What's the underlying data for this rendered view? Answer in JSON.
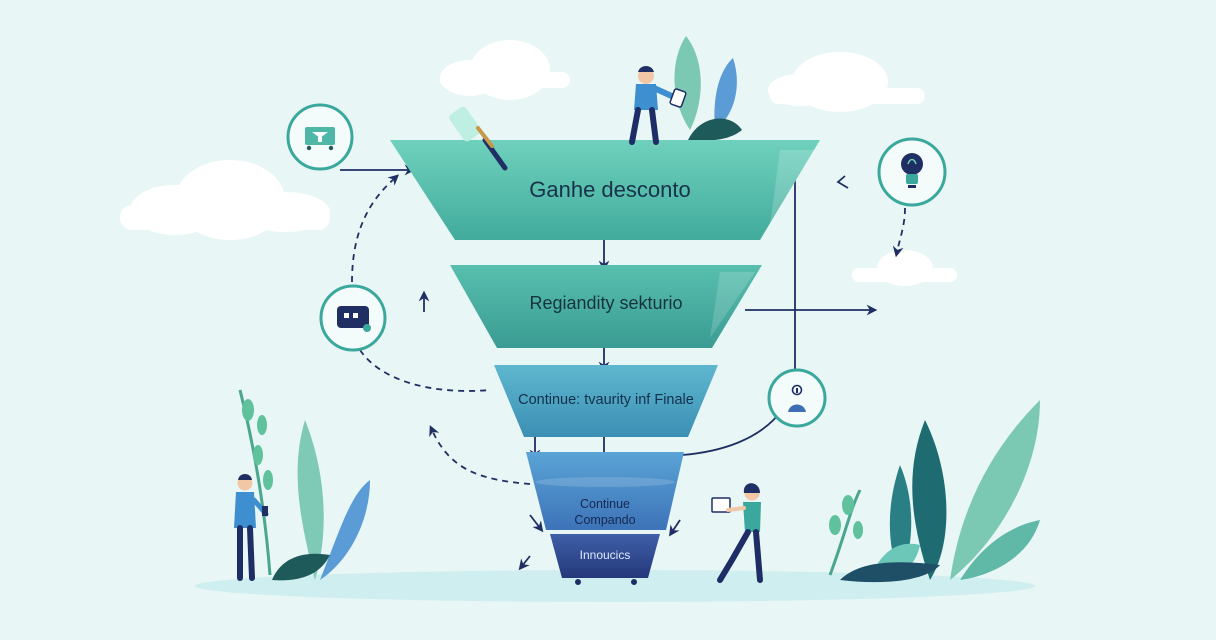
{
  "funnel": {
    "stages": [
      {
        "label": "Ganhe desconto"
      },
      {
        "label": "Regiandity sekturio"
      },
      {
        "label": "Continue: tvaurity inf Finale"
      },
      {
        "label_line1": "Continue",
        "label_line2": "Compando"
      },
      {
        "label": "Innoucics"
      }
    ]
  },
  "icons": {
    "top_left": "store-icon",
    "mid_left": "video-card-icon",
    "top_right": "lightbulb-icon",
    "mid_right": "info-user-icon"
  },
  "colors": {
    "background": "#e9f6f6",
    "teal_light": "#5cc4b0",
    "teal_mid": "#3aa89c",
    "blue_light": "#5aaed0",
    "blue_deep": "#3e6fb4",
    "navy": "#1e2d66",
    "arrow": "#1f2f63"
  }
}
